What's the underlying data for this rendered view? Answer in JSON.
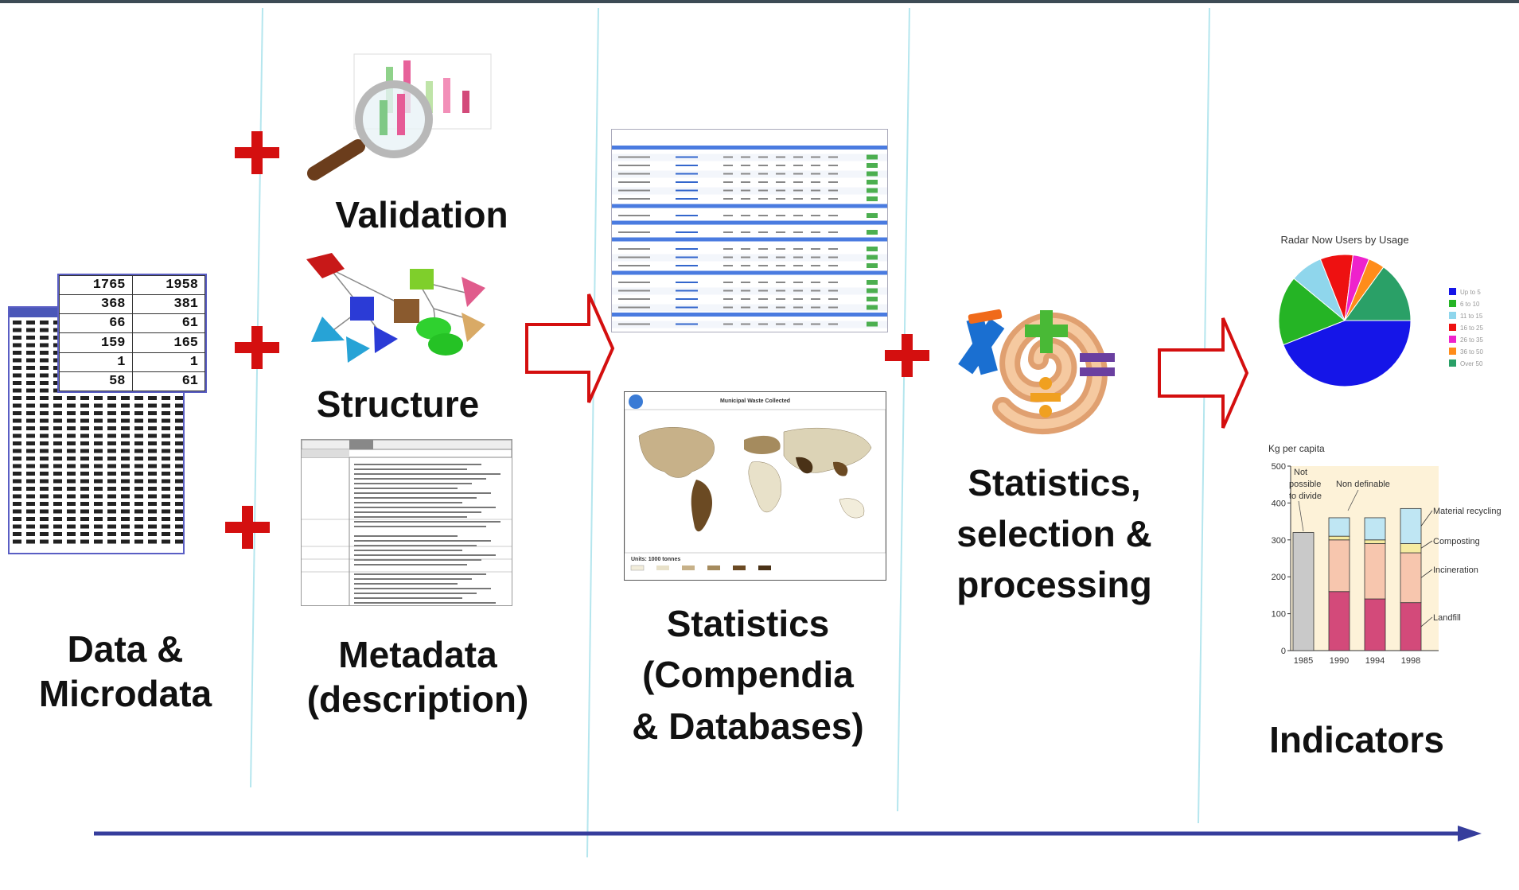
{
  "stages": {
    "data": {
      "line1": "Data &",
      "line2": "Microdata"
    },
    "validation": {
      "label": "Validation"
    },
    "structure": {
      "label": "Structure"
    },
    "metadata": {
      "line1": "Metadata",
      "line2": "(description)"
    },
    "statistics": {
      "line1": "Statistics",
      "line2": "(Compendia",
      "line3": "& Databases)"
    },
    "processing": {
      "line1": "Statistics,",
      "line2": "selection &",
      "line3": "processing"
    },
    "indicators": {
      "label": "Indicators"
    }
  },
  "data_table": {
    "rows": [
      [
        "1765",
        "1958"
      ],
      [
        "368",
        "381"
      ],
      [
        "66",
        "61"
      ],
      [
        "159",
        "165"
      ],
      [
        "1",
        "1"
      ],
      [
        "58",
        "61"
      ]
    ]
  },
  "pie_chart": {
    "title": "Radar Now Users by Usage",
    "legend": [
      "Up to 5",
      "6 to 10",
      "11 to 15",
      "16 to 25",
      "26 to 35",
      "36 to 50",
      "Over 50"
    ],
    "chart_data": {
      "type": "pie",
      "title": "Radar Now Users by Usage",
      "categories": [
        "Up to 5",
        "6 to 10",
        "11 to 15",
        "16 to 25",
        "26 to 35",
        "36 to 50",
        "Over 50"
      ],
      "values": [
        44,
        17,
        8,
        8,
        4,
        4,
        15
      ],
      "colors": [
        "#1515e8",
        "#25b425",
        "#8fd6ec",
        "#ee1111",
        "#ee22cc",
        "#ff8c1a",
        "#2aa067"
      ]
    }
  },
  "bar_chart": {
    "ylabel": "Kg per capita",
    "yticks": [
      "0",
      "100",
      "200",
      "300",
      "400",
      "500"
    ],
    "categories": [
      "1985",
      "1990",
      "1994",
      "1998"
    ],
    "notes": {
      "not_possible_1": "Not",
      "not_possible_2": "possible",
      "not_possible_3": "to divide",
      "non_definable": "Non definable"
    },
    "legend": [
      "Material recycling",
      "Composting",
      "Incineration",
      "Landfill"
    ],
    "chart_data": {
      "type": "bar",
      "stacked": true,
      "categories": [
        "1985",
        "1990",
        "1994",
        "1998"
      ],
      "ylim": [
        0,
        500
      ],
      "ylabel": "Kg per capita",
      "series": [
        {
          "name": "Landfill",
          "values": [
            0,
            160,
            140,
            130
          ],
          "color": "#d34a7a"
        },
        {
          "name": "Incineration",
          "values": [
            0,
            140,
            150,
            135
          ],
          "color": "#f7c6ae"
        },
        {
          "name": "Composting",
          "values": [
            0,
            10,
            10,
            25
          ],
          "color": "#f5eba0"
        },
        {
          "name": "Material recycling",
          "values": [
            0,
            50,
            60,
            95
          ],
          "color": "#bfe6f3"
        },
        {
          "name": "Not possible to divide",
          "values": [
            320,
            0,
            0,
            0
          ],
          "color": "#c9c9c9"
        }
      ]
    }
  },
  "map": {
    "title": "Municipal Waste Collected",
    "units": "Units: 1000 tonnes"
  },
  "colors": {
    "accent_red": "#d40f0f",
    "arrow_blue": "#363d9c",
    "divider": "#aee4ec"
  }
}
